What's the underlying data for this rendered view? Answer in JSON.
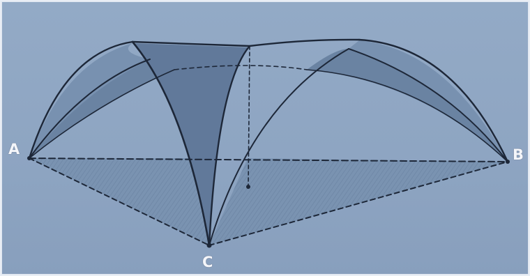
{
  "labels": {
    "a": "A",
    "b": "B",
    "c": "C"
  },
  "colors": {
    "background": "#8fa6c3",
    "face_shade": "#6f87a6",
    "face_dark": "#5f7796",
    "edge": "#1d2738",
    "label": "#f4f6fa"
  }
}
